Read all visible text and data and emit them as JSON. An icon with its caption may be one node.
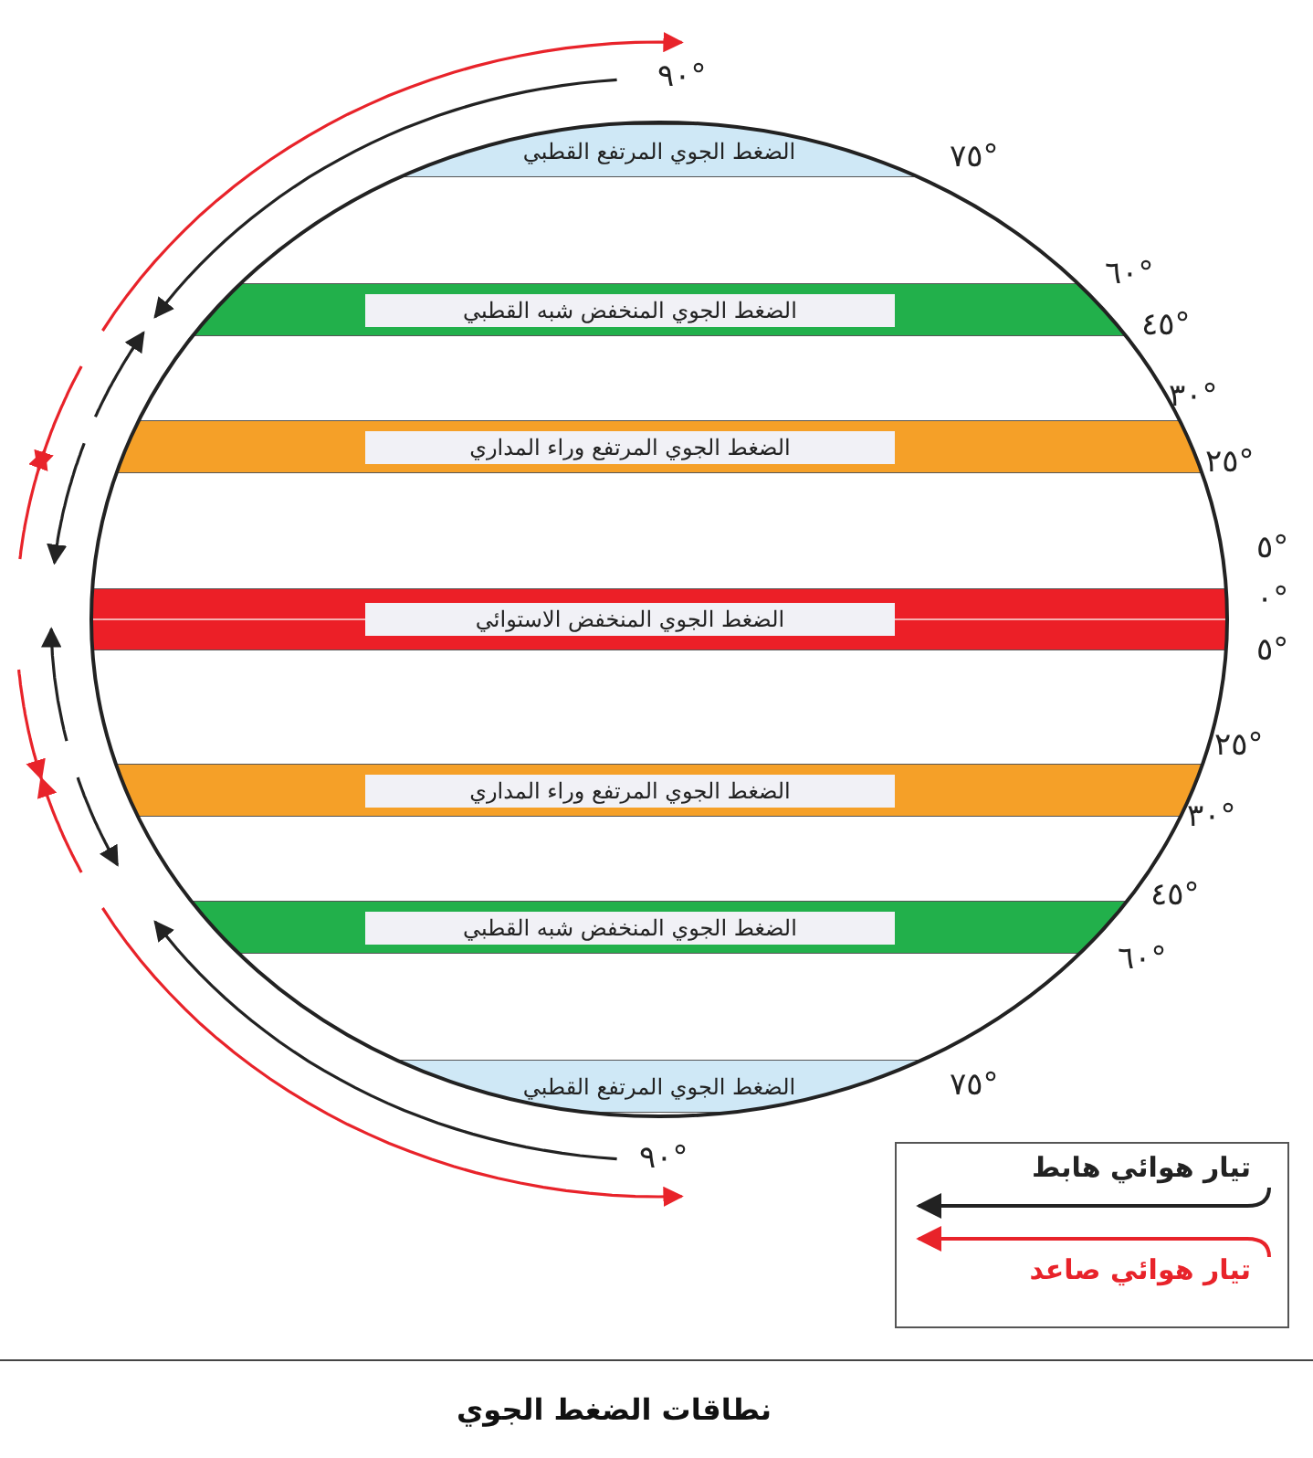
{
  "diagram": {
    "caption": "نطاقات الضغط الجوي",
    "nodes": [
      {
        "text": [
          "الضغط الجوي المرتفع القطبي"
        ]
      },
      {
        "text": [
          "الضغط الجوي المنخفض شبه القطبي"
        ]
      },
      {
        "text": [
          "الضغط الجوي المرتفع وراء المداري"
        ]
      },
      {
        "text": [
          "الضغط الجوي المنخفض الاستوائي"
        ]
      },
      {
        "text": [
          "الضغط الجوي المرتفع وراء المداري"
        ]
      },
      {
        "text": [
          "الضغط الجوي المنخفض شبه القطبي"
        ]
      },
      {
        "text": [
          "الضغط الجوي المرتفع القطبي"
        ]
      }
    ],
    "edges": [],
    "labels": [
      "٩٠°",
      "٧٥°",
      "٦٠°",
      "٤٥°",
      "٣٠°",
      "٢٥°",
      "٥°",
      "٠°",
      "٥°",
      "٢٥°",
      "٣٠°",
      "٤٥°",
      "٦٠°",
      "٧٥°",
      "٩٠°"
    ],
    "legend": [
      {
        "text": "تيار هوائي هابط"
      },
      {
        "text": "تيار هوائي صاعد"
      }
    ]
  }
}
